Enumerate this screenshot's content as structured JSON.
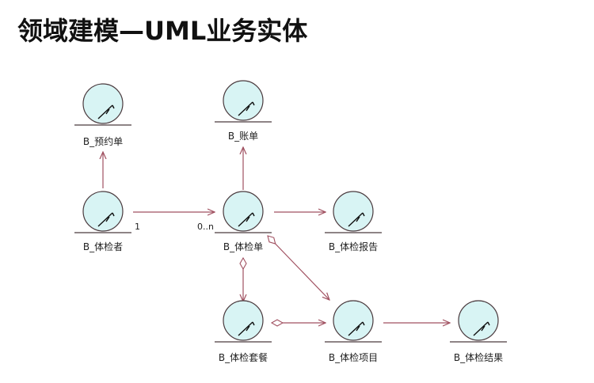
{
  "title": "领域建模—UML业务实体",
  "colors": {
    "entity_fill": "#d8f4f4",
    "entity_stroke": "#4a3a3e",
    "connector": "#a05060",
    "label_text": "#222222"
  },
  "entities": {
    "reservation": "B_预约单",
    "bill": "B_账单",
    "examinee": "B_体检者",
    "exam_form": "B_体检单",
    "exam_report": "B_体检报告",
    "exam_package": "B_体检套餐",
    "exam_item": "B_体检项目",
    "exam_result": "B_体检结果"
  },
  "multiplicities": {
    "examinee_end": "1",
    "exam_form_end": "0..n"
  }
}
